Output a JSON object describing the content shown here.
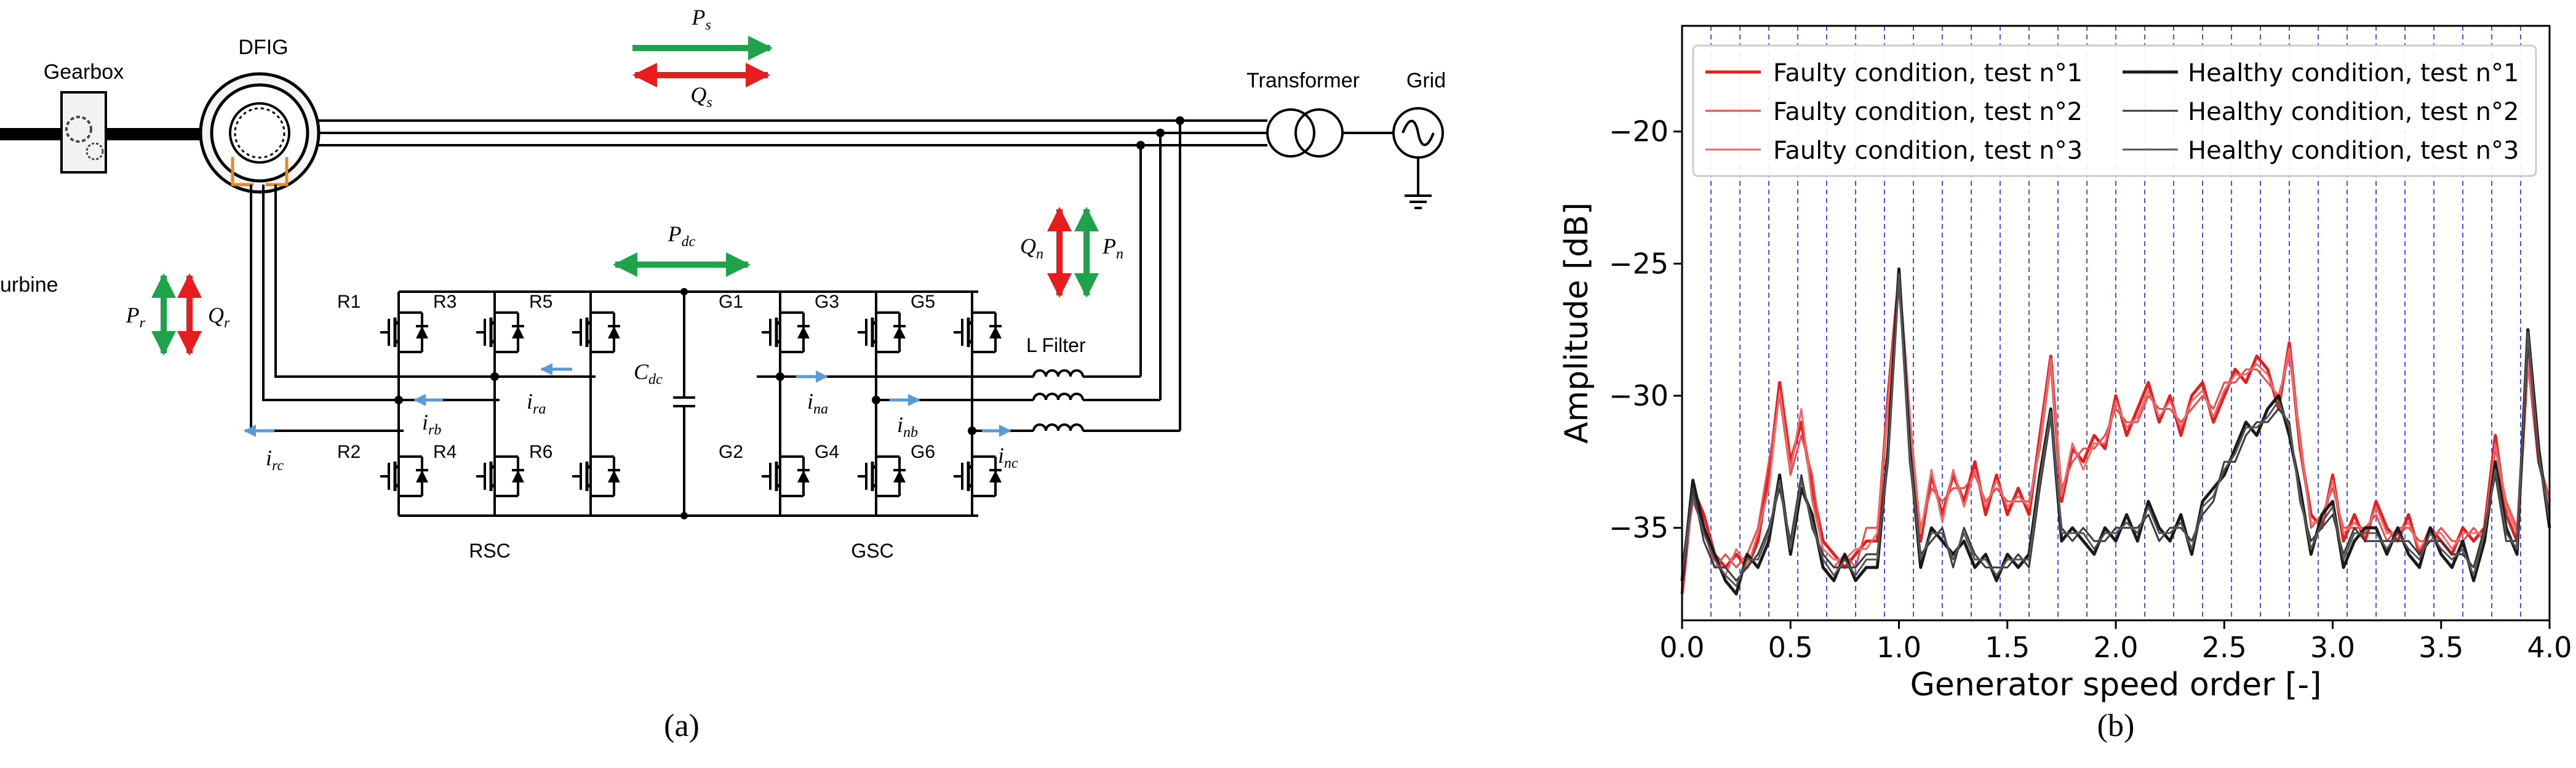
{
  "circuit": {
    "gearbox": "Gearbox",
    "dfig": "DFIG",
    "turbine": "urbine",
    "transformer": "Transformer",
    "grid": "Grid",
    "rsc": "RSC",
    "gsc": "GSC",
    "l_filter": "L Filter",
    "switches_rsc_top": [
      "R1",
      "R3",
      "R5"
    ],
    "switches_rsc_bottom": [
      "R2",
      "R4",
      "R6"
    ],
    "switches_gsc_top": [
      "G1",
      "G3",
      "G5"
    ],
    "switches_gsc_bottom": [
      "G2",
      "G4",
      "G6"
    ],
    "ps": {
      "base": "P",
      "sub": "s"
    },
    "qs": {
      "base": "Q",
      "sub": "s"
    },
    "pdc": {
      "base": "P",
      "sub": "dc"
    },
    "cdc": {
      "base": "C",
      "sub": "dc"
    },
    "pr": {
      "base": "P",
      "sub": "r"
    },
    "qr": {
      "base": "Q",
      "sub": "r"
    },
    "pn": {
      "base": "P",
      "sub": "n"
    },
    "qn": {
      "base": "Q",
      "sub": "n"
    },
    "ira": {
      "base": "i",
      "sub": "ra"
    },
    "irb": {
      "base": "i",
      "sub": "rb"
    },
    "irc": {
      "base": "i",
      "sub": "rc"
    },
    "ina": {
      "base": "i",
      "sub": "na"
    },
    "inb": {
      "base": "i",
      "sub": "nb"
    },
    "inc": {
      "base": "i",
      "sub": "nc"
    },
    "caption": "(a)",
    "colors": {
      "active": "#1fa34a",
      "reactive": "#e81c1c",
      "current": "#5b9bd5",
      "rotor_winding": "#e08a2b"
    }
  },
  "chart_data": {
    "type": "line",
    "caption": "(b)",
    "xlabel": "Generator speed order [-]",
    "ylabel": "Amplitude [dB]",
    "xlim": [
      0.0,
      4.0
    ],
    "ylim": [
      -38.5,
      -16.0
    ],
    "xticks": [
      "0.0",
      "0.5",
      "1.0",
      "1.5",
      "2.0",
      "2.5",
      "3.0",
      "3.5",
      "4.0"
    ],
    "yticks": [
      "−20",
      "−25",
      "−30",
      "−35"
    ],
    "ytick_values": [
      -20,
      -25,
      -30,
      -35
    ],
    "grid": "vertical dashed blue lines",
    "grid_color": "#4d4dff",
    "legend_position": "top",
    "legend_columns": 2,
    "series": [
      {
        "name": "Faulty condition, test n°1",
        "color": "#e61e1e",
        "x": [
          0.0,
          0.05,
          0.1,
          0.15,
          0.2,
          0.25,
          0.3,
          0.35,
          0.4,
          0.45,
          0.5,
          0.55,
          0.6,
          0.65,
          0.7,
          0.75,
          0.8,
          0.85,
          0.9,
          0.95,
          1.0,
          1.05,
          1.1,
          1.15,
          1.2,
          1.25,
          1.3,
          1.35,
          1.4,
          1.45,
          1.5,
          1.55,
          1.6,
          1.65,
          1.7,
          1.75,
          1.8,
          1.85,
          1.9,
          1.95,
          2.0,
          2.05,
          2.1,
          2.15,
          2.2,
          2.25,
          2.3,
          2.35,
          2.4,
          2.45,
          2.5,
          2.55,
          2.6,
          2.65,
          2.7,
          2.75,
          2.8,
          2.85,
          2.9,
          2.95,
          3.0,
          3.05,
          3.1,
          3.15,
          3.2,
          3.25,
          3.3,
          3.35,
          3.4,
          3.45,
          3.5,
          3.55,
          3.6,
          3.65,
          3.7,
          3.75,
          3.8,
          3.85,
          3.9,
          3.95,
          4.0
        ],
        "y": [
          -37.5,
          -33.5,
          -34.5,
          -36.0,
          -36.5,
          -36.0,
          -36.5,
          -35.5,
          -33.0,
          -29.5,
          -32.5,
          -31.0,
          -33.5,
          -35.5,
          -36.0,
          -36.5,
          -36.0,
          -35.5,
          -35.5,
          -30.0,
          -25.5,
          -31.0,
          -35.5,
          -33.0,
          -34.5,
          -33.0,
          -34.0,
          -32.5,
          -34.5,
          -33.0,
          -34.5,
          -33.5,
          -34.5,
          -31.5,
          -28.5,
          -34.0,
          -32.0,
          -32.5,
          -31.5,
          -32.0,
          -30.0,
          -31.5,
          -30.5,
          -29.5,
          -31.0,
          -30.0,
          -31.5,
          -30.0,
          -29.5,
          -31.0,
          -30.0,
          -29.0,
          -29.5,
          -28.5,
          -29.0,
          -30.5,
          -28.0,
          -32.0,
          -34.5,
          -35.0,
          -33.0,
          -35.5,
          -34.5,
          -35.5,
          -34.0,
          -35.0,
          -35.5,
          -34.5,
          -36.0,
          -35.0,
          -35.5,
          -36.0,
          -35.0,
          -35.5,
          -35.0,
          -31.5,
          -34.5,
          -35.5,
          -28.5,
          -32.5,
          -34.0
        ]
      },
      {
        "name": "Faulty condition, test n°2",
        "color": "#ec4b4b",
        "x": [
          0.0,
          0.05,
          0.1,
          0.15,
          0.2,
          0.25,
          0.3,
          0.35,
          0.4,
          0.45,
          0.5,
          0.55,
          0.6,
          0.65,
          0.7,
          0.75,
          0.8,
          0.85,
          0.9,
          0.95,
          1.0,
          1.05,
          1.1,
          1.15,
          1.2,
          1.25,
          1.3,
          1.35,
          1.4,
          1.45,
          1.5,
          1.55,
          1.6,
          1.65,
          1.7,
          1.75,
          1.8,
          1.85,
          1.9,
          1.95,
          2.0,
          2.05,
          2.1,
          2.15,
          2.2,
          2.25,
          2.3,
          2.35,
          2.4,
          2.45,
          2.5,
          2.55,
          2.6,
          2.65,
          2.7,
          2.75,
          2.8,
          2.85,
          2.9,
          2.95,
          3.0,
          3.05,
          3.1,
          3.15,
          3.2,
          3.25,
          3.3,
          3.35,
          3.4,
          3.45,
          3.5,
          3.55,
          3.6,
          3.65,
          3.7,
          3.75,
          3.8,
          3.85,
          3.9,
          3.95,
          4.0
        ],
        "y": [
          -37.0,
          -34.0,
          -35.0,
          -36.5,
          -36.0,
          -36.5,
          -36.0,
          -35.0,
          -32.5,
          -30.0,
          -33.0,
          -31.5,
          -33.0,
          -36.0,
          -36.5,
          -36.0,
          -36.5,
          -35.0,
          -35.0,
          -30.5,
          -25.8,
          -31.5,
          -35.0,
          -33.5,
          -34.0,
          -33.5,
          -33.5,
          -33.0,
          -34.0,
          -33.5,
          -34.0,
          -34.0,
          -34.0,
          -32.0,
          -28.8,
          -33.5,
          -32.5,
          -32.0,
          -32.0,
          -31.5,
          -30.5,
          -31.0,
          -31.0,
          -30.0,
          -30.5,
          -30.5,
          -31.0,
          -30.5,
          -30.0,
          -30.5,
          -29.5,
          -29.5,
          -29.0,
          -29.0,
          -29.5,
          -30.0,
          -28.5,
          -31.5,
          -35.0,
          -34.5,
          -33.5,
          -35.0,
          -35.0,
          -35.0,
          -34.5,
          -35.5,
          -35.0,
          -35.0,
          -35.5,
          -35.5,
          -35.0,
          -35.5,
          -35.5,
          -35.0,
          -35.5,
          -32.0,
          -34.0,
          -35.0,
          -28.8,
          -32.0,
          -34.5
        ]
      },
      {
        "name": "Faulty condition, test n°3",
        "color": "#f06a6a",
        "x": [
          0.0,
          0.05,
          0.1,
          0.15,
          0.2,
          0.25,
          0.3,
          0.35,
          0.4,
          0.45,
          0.5,
          0.55,
          0.6,
          0.65,
          0.7,
          0.75,
          0.8,
          0.85,
          0.9,
          0.95,
          1.0,
          1.05,
          1.1,
          1.15,
          1.2,
          1.25,
          1.3,
          1.35,
          1.4,
          1.45,
          1.5,
          1.55,
          1.6,
          1.65,
          1.7,
          1.75,
          1.8,
          1.85,
          1.9,
          1.95,
          2.0,
          2.05,
          2.1,
          2.15,
          2.2,
          2.25,
          2.3,
          2.35,
          2.4,
          2.45,
          2.5,
          2.55,
          2.6,
          2.65,
          2.7,
          2.75,
          2.8,
          2.85,
          2.9,
          2.95,
          3.0,
          3.05,
          3.1,
          3.15,
          3.2,
          3.25,
          3.3,
          3.35,
          3.4,
          3.45,
          3.5,
          3.55,
          3.6,
          3.65,
          3.7,
          3.75,
          3.8,
          3.85,
          3.9,
          3.95,
          4.0
        ],
        "y": [
          -37.2,
          -33.8,
          -34.8,
          -36.2,
          -36.8,
          -35.8,
          -36.5,
          -35.2,
          -33.5,
          -29.8,
          -32.8,
          -30.5,
          -34.0,
          -35.8,
          -36.2,
          -36.2,
          -35.8,
          -35.8,
          -35.2,
          -30.2,
          -25.6,
          -30.8,
          -35.2,
          -32.8,
          -34.8,
          -32.8,
          -34.2,
          -32.8,
          -34.2,
          -33.2,
          -34.2,
          -33.8,
          -34.2,
          -31.8,
          -28.6,
          -33.8,
          -31.8,
          -32.8,
          -31.8,
          -31.8,
          -30.2,
          -31.2,
          -30.8,
          -29.8,
          -30.8,
          -30.2,
          -31.2,
          -30.2,
          -29.8,
          -30.8,
          -29.8,
          -29.2,
          -29.2,
          -28.8,
          -29.2,
          -30.2,
          -28.2,
          -31.8,
          -34.8,
          -34.8,
          -33.2,
          -35.2,
          -34.8,
          -35.2,
          -34.2,
          -35.2,
          -35.2,
          -34.8,
          -35.8,
          -35.2,
          -35.2,
          -35.8,
          -35.2,
          -35.2,
          -35.2,
          -31.8,
          -34.2,
          -35.2,
          -28.6,
          -32.2,
          -34.2
        ]
      },
      {
        "name": "Healthy condition, test n°1",
        "color": "#1a1a1a",
        "x": [
          0.0,
          0.05,
          0.1,
          0.15,
          0.2,
          0.25,
          0.3,
          0.35,
          0.4,
          0.45,
          0.5,
          0.55,
          0.6,
          0.65,
          0.7,
          0.75,
          0.8,
          0.85,
          0.9,
          0.95,
          1.0,
          1.05,
          1.1,
          1.15,
          1.2,
          1.25,
          1.3,
          1.35,
          1.4,
          1.45,
          1.5,
          1.55,
          1.6,
          1.65,
          1.7,
          1.75,
          1.8,
          1.85,
          1.9,
          1.95,
          2.0,
          2.05,
          2.1,
          2.15,
          2.2,
          2.25,
          2.3,
          2.35,
          2.4,
          2.45,
          2.5,
          2.55,
          2.6,
          2.65,
          2.7,
          2.75,
          2.8,
          2.85,
          2.9,
          2.95,
          3.0,
          3.05,
          3.1,
          3.15,
          3.2,
          3.25,
          3.3,
          3.35,
          3.4,
          3.45,
          3.5,
          3.55,
          3.6,
          3.65,
          3.7,
          3.75,
          3.8,
          3.85,
          3.9,
          3.95,
          4.0
        ],
        "y": [
          -37.0,
          -33.2,
          -35.0,
          -36.0,
          -37.0,
          -37.5,
          -36.0,
          -36.5,
          -35.5,
          -33.0,
          -36.0,
          -33.5,
          -34.5,
          -36.5,
          -37.0,
          -36.0,
          -37.0,
          -36.5,
          -36.5,
          -32.0,
          -25.2,
          -32.0,
          -36.5,
          -35.0,
          -35.5,
          -36.0,
          -35.5,
          -36.5,
          -36.0,
          -37.0,
          -36.0,
          -36.5,
          -36.0,
          -33.0,
          -30.5,
          -35.5,
          -35.0,
          -35.5,
          -36.0,
          -35.0,
          -35.5,
          -34.5,
          -35.5,
          -34.0,
          -35.0,
          -35.5,
          -34.5,
          -36.0,
          -34.0,
          -33.5,
          -33.0,
          -32.0,
          -31.0,
          -31.5,
          -30.5,
          -30.0,
          -31.5,
          -33.5,
          -36.0,
          -34.5,
          -34.0,
          -36.5,
          -35.5,
          -35.0,
          -35.0,
          -36.0,
          -35.0,
          -36.0,
          -36.5,
          -35.0,
          -36.0,
          -36.5,
          -35.5,
          -37.0,
          -35.5,
          -32.5,
          -35.0,
          -36.0,
          -27.5,
          -32.0,
          -35.0
        ]
      },
      {
        "name": "Healthy condition, test n°2",
        "color": "#3a3a3a",
        "x": [
          0.0,
          0.05,
          0.1,
          0.15,
          0.2,
          0.25,
          0.3,
          0.35,
          0.4,
          0.45,
          0.5,
          0.55,
          0.6,
          0.65,
          0.7,
          0.75,
          0.8,
          0.85,
          0.9,
          0.95,
          1.0,
          1.05,
          1.1,
          1.15,
          1.2,
          1.25,
          1.3,
          1.35,
          1.4,
          1.45,
          1.5,
          1.55,
          1.6,
          1.65,
          1.7,
          1.75,
          1.8,
          1.85,
          1.9,
          1.95,
          2.0,
          2.05,
          2.1,
          2.15,
          2.2,
          2.25,
          2.3,
          2.35,
          2.4,
          2.45,
          2.5,
          2.55,
          2.6,
          2.65,
          2.7,
          2.75,
          2.8,
          2.85,
          2.9,
          2.95,
          3.0,
          3.05,
          3.1,
          3.15,
          3.2,
          3.25,
          3.3,
          3.35,
          3.4,
          3.45,
          3.5,
          3.55,
          3.6,
          3.65,
          3.7,
          3.75,
          3.8,
          3.85,
          3.9,
          3.95,
          4.0
        ],
        "y": [
          -36.5,
          -33.5,
          -35.5,
          -36.5,
          -36.5,
          -37.0,
          -36.5,
          -36.0,
          -35.0,
          -33.5,
          -35.5,
          -33.0,
          -35.0,
          -36.0,
          -36.5,
          -36.5,
          -36.5,
          -36.0,
          -36.0,
          -32.5,
          -25.5,
          -32.5,
          -36.0,
          -35.5,
          -35.0,
          -36.5,
          -35.0,
          -36.0,
          -36.5,
          -36.5,
          -36.5,
          -36.0,
          -36.5,
          -33.5,
          -30.8,
          -35.0,
          -35.5,
          -35.0,
          -35.5,
          -35.5,
          -35.0,
          -35.0,
          -35.0,
          -34.5,
          -35.5,
          -35.0,
          -35.0,
          -35.5,
          -34.5,
          -34.0,
          -32.5,
          -32.5,
          -31.5,
          -31.0,
          -31.0,
          -30.5,
          -31.0,
          -34.0,
          -35.5,
          -35.0,
          -34.5,
          -36.0,
          -35.0,
          -35.5,
          -35.5,
          -35.5,
          -35.5,
          -35.5,
          -36.0,
          -35.5,
          -35.5,
          -36.0,
          -36.0,
          -36.5,
          -35.0,
          -33.0,
          -35.5,
          -35.5,
          -27.8,
          -32.5,
          -34.5
        ]
      },
      {
        "name": "Healthy condition, test n°3",
        "color": "#555555",
        "x": [
          0.0,
          0.05,
          0.1,
          0.15,
          0.2,
          0.25,
          0.3,
          0.35,
          0.4,
          0.45,
          0.5,
          0.55,
          0.6,
          0.65,
          0.7,
          0.75,
          0.8,
          0.85,
          0.9,
          0.95,
          1.0,
          1.05,
          1.1,
          1.15,
          1.2,
          1.25,
          1.3,
          1.35,
          1.4,
          1.45,
          1.5,
          1.55,
          1.6,
          1.65,
          1.7,
          1.75,
          1.8,
          1.85,
          1.9,
          1.95,
          2.0,
          2.05,
          2.1,
          2.15,
          2.2,
          2.25,
          2.3,
          2.35,
          2.4,
          2.45,
          2.5,
          2.55,
          2.6,
          2.65,
          2.7,
          2.75,
          2.8,
          2.85,
          2.9,
          2.95,
          3.0,
          3.05,
          3.1,
          3.15,
          3.2,
          3.25,
          3.3,
          3.35,
          3.4,
          3.45,
          3.5,
          3.55,
          3.6,
          3.65,
          3.7,
          3.75,
          3.8,
          3.85,
          3.9,
          3.95,
          4.0
        ],
        "y": [
          -36.8,
          -33.8,
          -35.2,
          -36.2,
          -36.8,
          -37.2,
          -36.2,
          -36.2,
          -35.2,
          -33.2,
          -35.8,
          -33.2,
          -34.8,
          -36.2,
          -36.8,
          -36.2,
          -36.8,
          -36.2,
          -36.2,
          -32.2,
          -25.4,
          -32.2,
          -36.2,
          -35.2,
          -35.2,
          -36.2,
          -35.2,
          -36.2,
          -36.2,
          -36.8,
          -36.2,
          -36.2,
          -36.2,
          -33.2,
          -30.6,
          -35.2,
          -35.2,
          -35.2,
          -35.8,
          -35.2,
          -35.2,
          -34.8,
          -35.2,
          -34.2,
          -35.2,
          -35.2,
          -34.8,
          -35.8,
          -34.2,
          -33.8,
          -32.8,
          -32.2,
          -31.2,
          -31.2,
          -30.8,
          -30.2,
          -31.2,
          -33.8,
          -35.8,
          -34.8,
          -34.2,
          -36.2,
          -35.2,
          -35.2,
          -35.2,
          -35.8,
          -35.2,
          -35.8,
          -36.2,
          -35.2,
          -35.8,
          -36.2,
          -35.8,
          -36.8,
          -35.2,
          -32.8,
          -35.2,
          -35.8,
          -27.6,
          -32.2,
          -34.8
        ]
      }
    ]
  }
}
